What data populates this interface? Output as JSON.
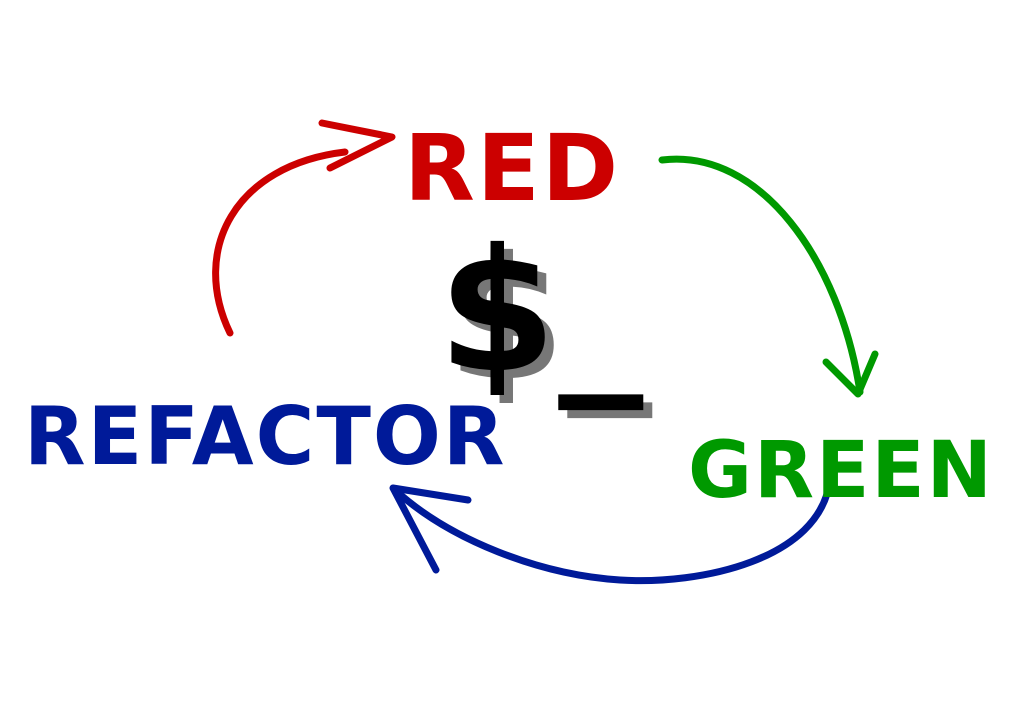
{
  "diagram": {
    "stages": {
      "red": {
        "label": "RED",
        "color": "#cc0000"
      },
      "green": {
        "label": "GREEN",
        "color": "#009900"
      },
      "refactor": {
        "label": "REFACTOR",
        "color": "#001a99"
      }
    },
    "center_symbol": {
      "label": "$_",
      "color": "#000000",
      "shadow_color": "#777777"
    },
    "arrows": {
      "refactor_to_red": {
        "color": "#cc0000"
      },
      "red_to_green": {
        "color": "#009900"
      },
      "green_to_refactor": {
        "color": "#001a99"
      }
    }
  }
}
